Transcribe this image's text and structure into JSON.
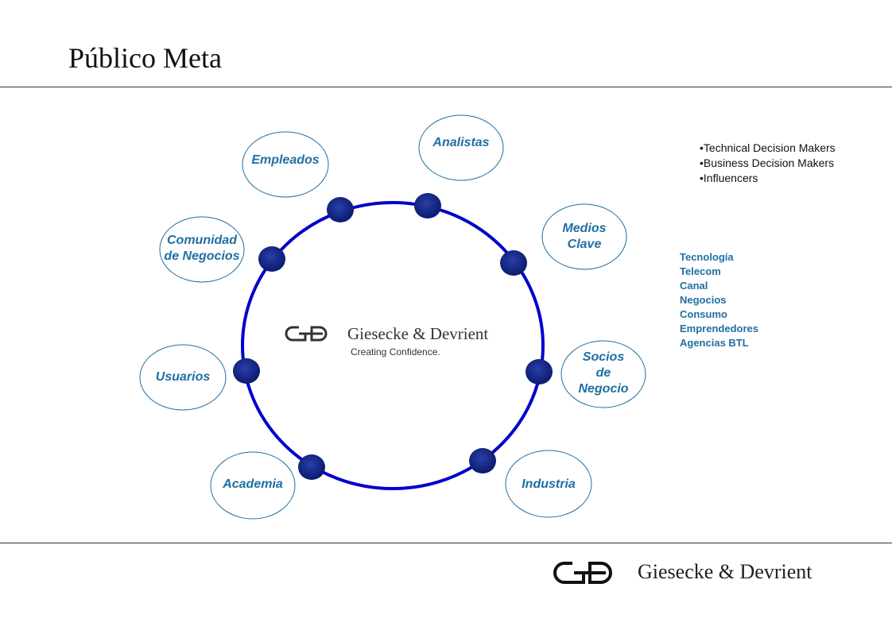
{
  "page": {
    "title": "Público Meta"
  },
  "audiences": {
    "analistas": "Analistas",
    "empleados": "Empleados",
    "medios": "Medios\nClave",
    "comunidad": "Comunidad\nde Negocios",
    "socios": "Socios\nde\nNegocio",
    "usuarios": "Usuarios",
    "academia": "Academia",
    "industria": "Industria"
  },
  "decision_makers": [
    "Technical Decision Makers",
    "Business Decision Makers",
    "Influencers"
  ],
  "sectors": [
    "Tecnología",
    "Telecom",
    "Canal",
    "Negocios",
    "Consumo",
    "Emprendedores",
    "Agencias BTL"
  ],
  "center": {
    "brand": "Giesecke & Devrient",
    "tagline": "Creating Confidence."
  },
  "footer": {
    "brand": "Giesecke & Devrient"
  },
  "colors": {
    "ring": "#0000cc",
    "connector_dot": "#0a1a6e",
    "label": "#1f6fa3",
    "ellipse_stroke": "#1f6fa3"
  },
  "icons": {
    "center_logo": "gd-logo-icon",
    "footer_logo": "gd-logo-icon"
  }
}
